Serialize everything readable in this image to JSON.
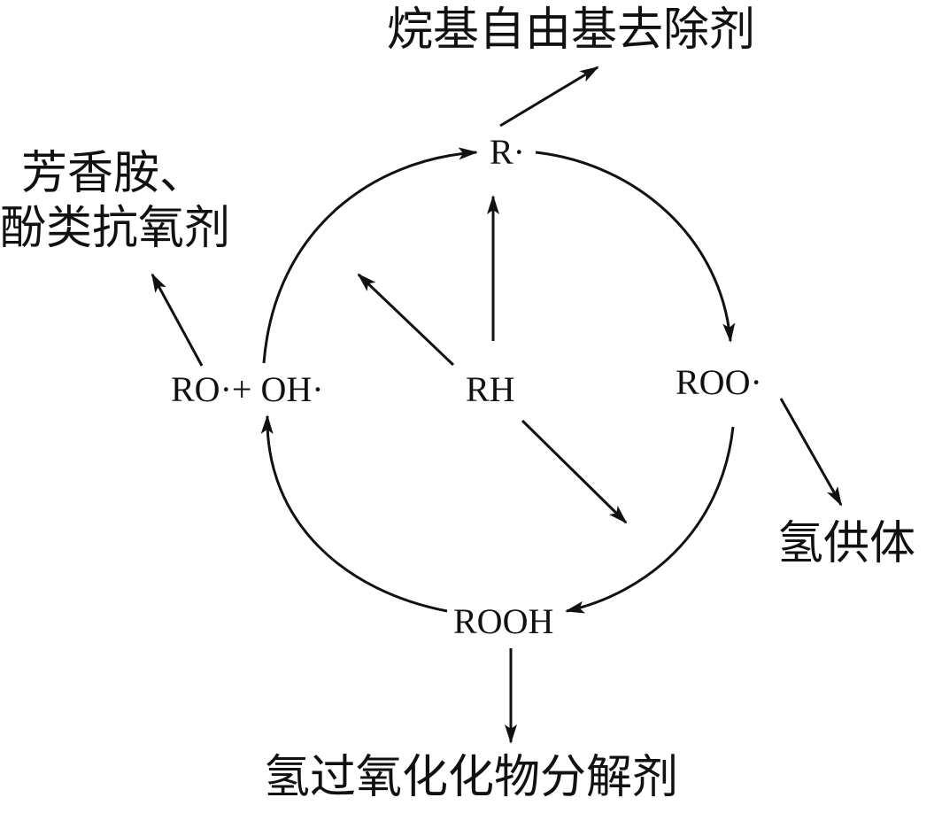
{
  "diagram": {
    "species": {
      "r": "R·",
      "roo": "ROO·",
      "rooh": "ROOH",
      "rh": "RH",
      "ro_oh": "RO·+ OH·"
    },
    "inhibitors": {
      "alkyl_scavenger": "烷基自由基去除剂",
      "amine_phenol_line1": "芳香胺、",
      "amine_phenol_line2": "酚类抗氧剂",
      "hydrogen_donor": "氢供体",
      "peroxide_decomposer": "氢过氧化化物分解剂"
    },
    "colors": {
      "stroke": "#111111",
      "text": "#111111",
      "background": "#ffffff"
    }
  }
}
